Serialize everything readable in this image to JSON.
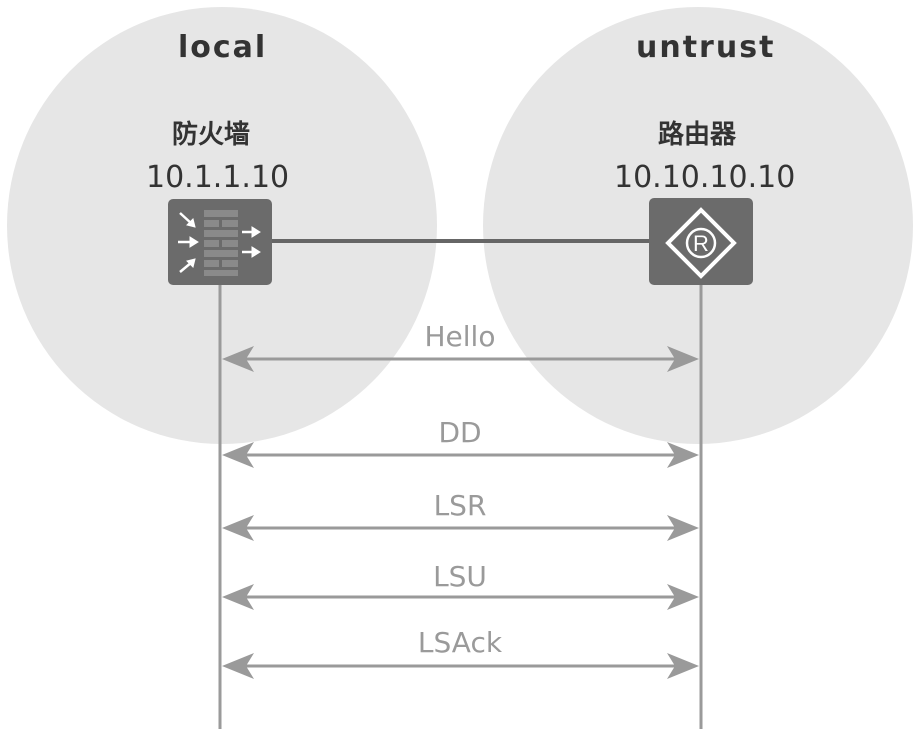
{
  "zones": {
    "local": "local",
    "untrust": "untrust"
  },
  "devices": {
    "firewall": {
      "name": "防火墙",
      "ip": "10.1.1.10",
      "icon": "firewall-icon"
    },
    "router": {
      "name": "路由器",
      "ip": "10.10.10.10",
      "icon": "router-icon",
      "glyph": "R"
    }
  },
  "messages": [
    "Hello",
    "DD",
    "LSR",
    "LSU",
    "LSAck"
  ],
  "colors": {
    "zone_fill": "#e6e6e6",
    "device_fill": "#6b6b6b",
    "line": "#9a9a9a",
    "link": "#666666",
    "text": "#333333"
  }
}
